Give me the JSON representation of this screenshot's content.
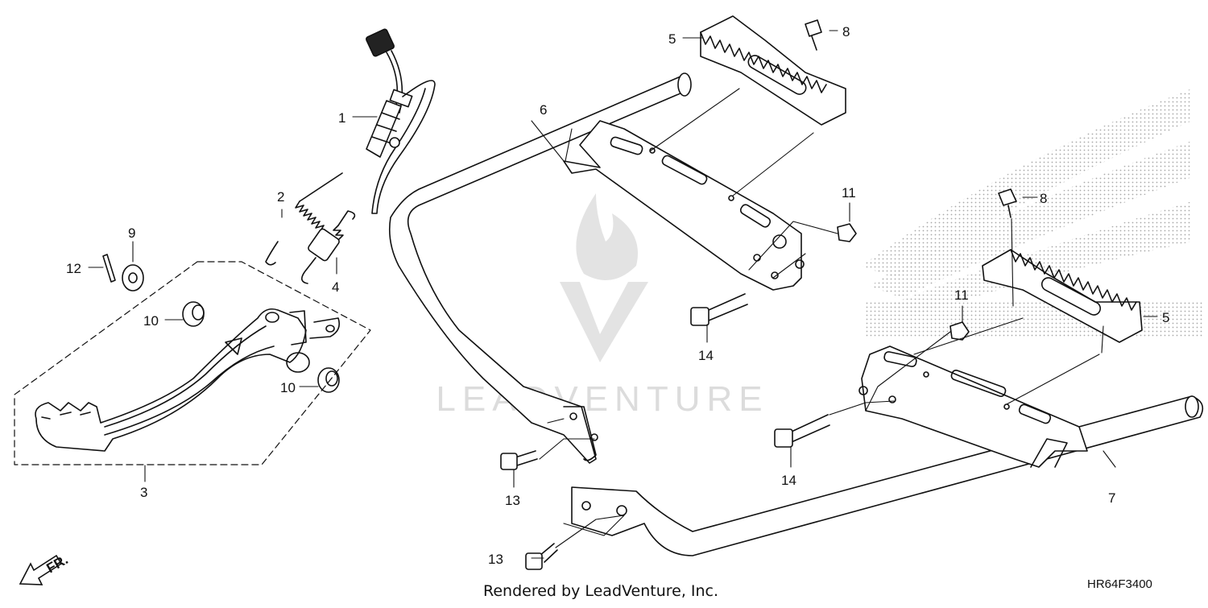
{
  "diagram": {
    "code": "HR64F3400",
    "credit": "Rendered by LeadVenture, Inc.",
    "watermark": "LEADVENTURE",
    "direction_marker": "FR.",
    "callouts": [
      {
        "id": "c1",
        "text": "1"
      },
      {
        "id": "c2",
        "text": "2"
      },
      {
        "id": "c3",
        "text": "3"
      },
      {
        "id": "c4",
        "text": "4"
      },
      {
        "id": "c5a",
        "text": "5"
      },
      {
        "id": "c5b",
        "text": "5"
      },
      {
        "id": "c6",
        "text": "6"
      },
      {
        "id": "c7",
        "text": "7"
      },
      {
        "id": "c8a",
        "text": "8"
      },
      {
        "id": "c8b",
        "text": "8"
      },
      {
        "id": "c9",
        "text": "9"
      },
      {
        "id": "c10a",
        "text": "10"
      },
      {
        "id": "c10b",
        "text": "10"
      },
      {
        "id": "c11a",
        "text": "11"
      },
      {
        "id": "c11b",
        "text": "11"
      },
      {
        "id": "c12",
        "text": "12"
      },
      {
        "id": "c13a",
        "text": "13"
      },
      {
        "id": "c13b",
        "text": "13"
      },
      {
        "id": "c14a",
        "text": "14"
      },
      {
        "id": "c14b",
        "text": "14"
      }
    ]
  },
  "colors": {
    "line": "#111111",
    "watermark": "#d8d8d8",
    "dots": "#9a9a9a"
  }
}
